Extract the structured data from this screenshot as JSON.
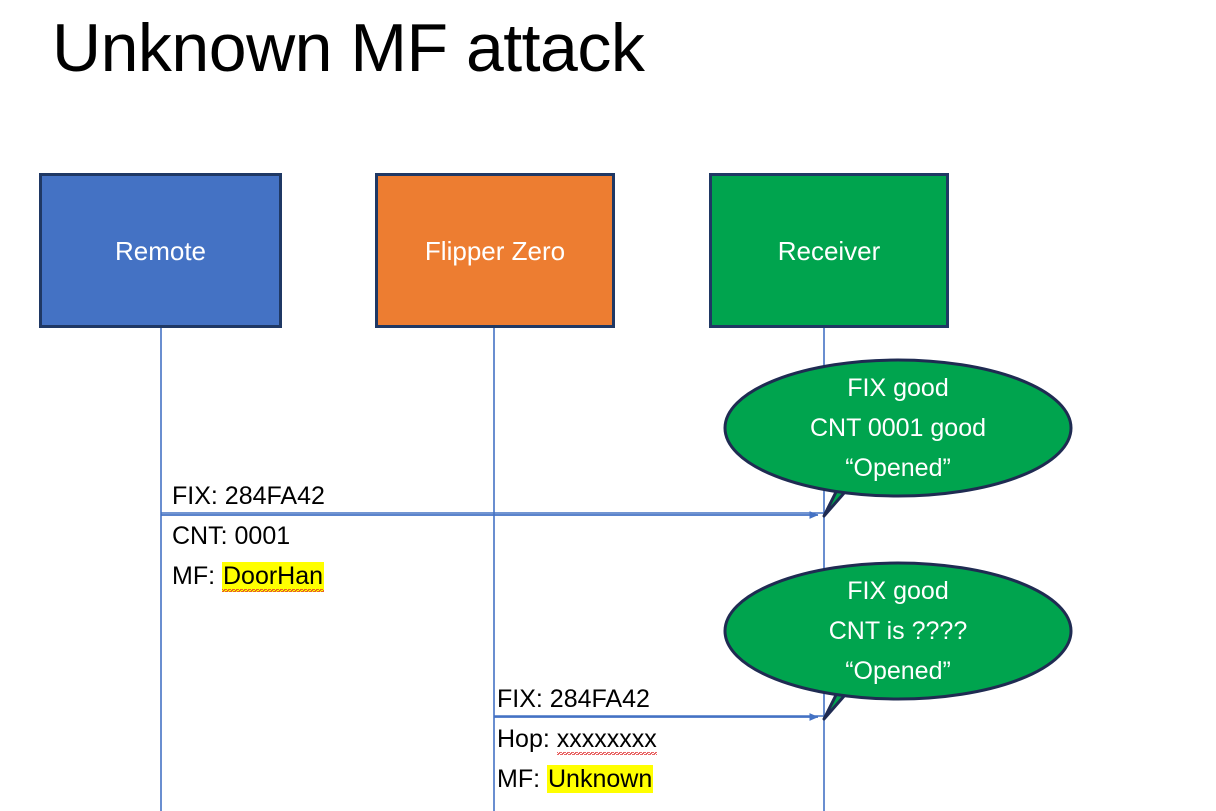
{
  "slide": {
    "title": "Unknown MF attack",
    "background_color": "#FFFFFF"
  },
  "colors": {
    "remote_fill": "#4472C4",
    "flipper_fill": "#ED7D31",
    "receiver_fill": "#00A44E",
    "box_border": "#1F3864",
    "lifeline": "#4472C4",
    "arrow": "#4472C4",
    "callout_fill": "#00A44E",
    "callout_border": "#1F2B52",
    "highlight": "#FFFF00",
    "text_dark": "#000000",
    "text_light": "#FFFFFF",
    "spellcheck_underline": "#E03030"
  },
  "actors": [
    {
      "id": "remote",
      "label": "Remote"
    },
    {
      "id": "flipper",
      "label": "Flipper Zero"
    },
    {
      "id": "receiver",
      "label": "Receiver"
    }
  ],
  "messages": [
    {
      "id": "message-1",
      "from": "remote",
      "to": "receiver",
      "lines": [
        {
          "label": "FIX:",
          "value": "284FA42",
          "highlighted": false,
          "misspelled": false
        },
        {
          "label": "CNT:",
          "value": "0001",
          "highlighted": false,
          "misspelled": false
        },
        {
          "label": "MF:",
          "value": "DoorHan",
          "highlighted": true,
          "misspelled": true
        }
      ]
    },
    {
      "id": "message-2",
      "from": "flipper",
      "to": "receiver",
      "lines": [
        {
          "label": "FIX:",
          "value": "284FA42",
          "highlighted": false,
          "misspelled": false
        },
        {
          "label": "Hop:",
          "value": "xxxxxxxx",
          "highlighted": false,
          "misspelled": true
        },
        {
          "label": "MF:",
          "value": "Unknown",
          "highlighted": true,
          "misspelled": false
        }
      ]
    }
  ],
  "callouts": [
    {
      "id": "callout-1",
      "anchor": "receiver",
      "lines": [
        "FIX good",
        "CNT 0001 good",
        "“Opened”"
      ]
    },
    {
      "id": "callout-2",
      "anchor": "receiver",
      "lines": [
        "FIX good",
        "CNT is ????",
        "“Opened”"
      ]
    }
  ]
}
